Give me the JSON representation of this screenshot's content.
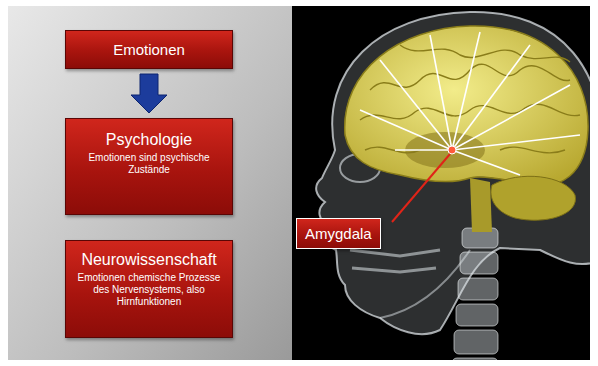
{
  "diagram": {
    "nodes": [
      {
        "text": [
          "Emotionen"
        ]
      },
      {
        "text": [
          "Psychologie",
          "Emotionen sind psychische Zustände"
        ]
      },
      {
        "text": [
          "Neurowissenschaft",
          "Emotionen chemische Prozesse des Nervensystems, also Hirnfunktionen"
        ]
      },
      {
        "text": [
          "Amygdala"
        ]
      }
    ],
    "edges": [
      {
        "from": 0,
        "to": 1,
        "arrow": "to"
      }
    ]
  }
}
